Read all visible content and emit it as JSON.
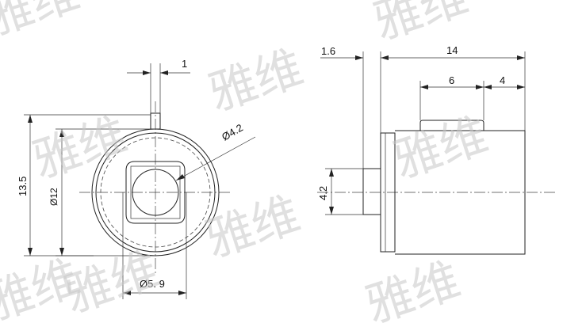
{
  "dimensions": {
    "key_width": "1",
    "hole_diameter": "Ø4.2",
    "height": "13.5",
    "outer_diameter": "Ø12",
    "flat_width": "Ø5. 9",
    "flange_thickness": "1.6",
    "total_length": "14",
    "key_length": "6",
    "key_offset": "4",
    "hub_diameter": "4.2"
  },
  "watermark": "雅维"
}
